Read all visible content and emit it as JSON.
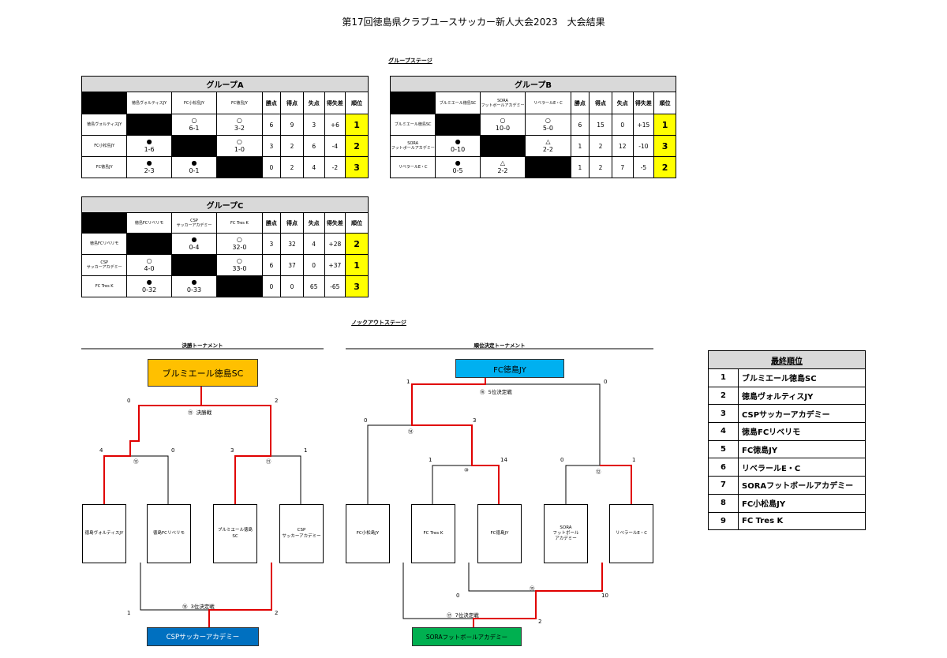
{
  "title": "第17回徳島県クラブユースサッカー新人大会2023　大会結果",
  "group_stage_label": "グループステージ",
  "knockout_label": "ノックアウトステージ",
  "stat_headers": [
    "勝点",
    "得点",
    "失点",
    "得失差",
    "順位"
  ],
  "group_a": {
    "title": "グループA",
    "teams": [
      "徳島ヴォルティスJY",
      "FC小松島JY",
      "FC徳島JY"
    ],
    "rows": [
      {
        "team": "徳島ヴォルティスJY",
        "cells": [
          null,
          {
            "mark": "○",
            "score": "6-1"
          },
          {
            "mark": "○",
            "score": "3-2"
          }
        ],
        "pts": "6",
        "gf": "9",
        "ga": "3",
        "gd": "+6",
        "rank": "1"
      },
      {
        "team": "FC小松島JY",
        "cells": [
          {
            "mark": "●",
            "score": "1-6"
          },
          null,
          {
            "mark": "○",
            "score": "1-0"
          }
        ],
        "pts": "3",
        "gf": "2",
        "ga": "6",
        "gd": "-4",
        "rank": "2"
      },
      {
        "team": "FC徳島JY",
        "cells": [
          {
            "mark": "●",
            "score": "2-3"
          },
          {
            "mark": "●",
            "score": "0-1"
          },
          null
        ],
        "pts": "0",
        "gf": "2",
        "ga": "4",
        "gd": "-2",
        "rank": "3"
      }
    ]
  },
  "group_b": {
    "title": "グループB",
    "teams": [
      "ブルミエール徳島SC",
      "SORA\nフットボールアカデミー",
      "リベラールE・C"
    ],
    "rows": [
      {
        "team": "ブルミエール徳島SC",
        "cells": [
          null,
          {
            "mark": "○",
            "score": "10-0"
          },
          {
            "mark": "○",
            "score": "5-0"
          }
        ],
        "pts": "6",
        "gf": "15",
        "ga": "0",
        "gd": "+15",
        "rank": "1"
      },
      {
        "team": "SORA\nフットボールアカデミー",
        "cells": [
          {
            "mark": "●",
            "score": "0-10"
          },
          null,
          {
            "mark": "△",
            "score": "2-2"
          }
        ],
        "pts": "1",
        "gf": "2",
        "ga": "12",
        "gd": "-10",
        "rank": "3"
      },
      {
        "team": "リベラールE・C",
        "cells": [
          {
            "mark": "●",
            "score": "0-5"
          },
          {
            "mark": "△",
            "score": "2-2"
          },
          null
        ],
        "pts": "1",
        "gf": "2",
        "ga": "7",
        "gd": "-5",
        "rank": "2"
      }
    ]
  },
  "group_c": {
    "title": "グループC",
    "teams": [
      "徳島FCリベリモ",
      "CSP\nサッカーアカデミー",
      "FC Tres K"
    ],
    "rows": [
      {
        "team": "徳島FCリベリモ",
        "cells": [
          null,
          {
            "mark": "●",
            "score": "0-4"
          },
          {
            "mark": "○",
            "score": "32-0"
          }
        ],
        "pts": "3",
        "gf": "32",
        "ga": "4",
        "gd": "+28",
        "rank": "2"
      },
      {
        "team": "CSP\nサッカーアカデミー",
        "cells": [
          {
            "mark": "○",
            "score": "4-0"
          },
          null,
          {
            "mark": "○",
            "score": "33-0"
          }
        ],
        "pts": "6",
        "gf": "37",
        "ga": "0",
        "gd": "+37",
        "rank": "1"
      },
      {
        "team": "FC Tres K",
        "cells": [
          {
            "mark": "●",
            "score": "0-32"
          },
          {
            "mark": "●",
            "score": "0-33"
          },
          null
        ],
        "pts": "0",
        "gf": "0",
        "ga": "65",
        "gd": "-65",
        "rank": "3"
      }
    ]
  },
  "final_bracket": {
    "title": "決勝トーナメント",
    "champion": "ブルミエール徳島SC",
    "third": "CSPサッカーアカデミー",
    "teams": [
      "徳島ヴォルティスJY",
      "徳島FCリベリモ",
      "ブルミエール徳島SC",
      "CSP\nサッカーアカデミー"
    ],
    "final_label": "決勝戦",
    "final_num": "⑮",
    "third_label": "3位決定戦",
    "third_num": "⑱",
    "sf1_num": "⑬",
    "sf2_num": "⑪",
    "scores": {
      "sf1_l": "4",
      "sf1_r": "0",
      "sf2_l": "3",
      "sf2_r": "1",
      "f_l": "0",
      "f_r": "2",
      "t_l": "1",
      "t_r": "2"
    }
  },
  "placement_bracket": {
    "title": "順位決定トーナメント",
    "winner5": "FC徳島JY",
    "winner7": "SORAフットボールアカデミー",
    "teams": [
      "FC小松島JY",
      "FC Tres K",
      "FC徳島JY",
      "SORA\nフットボール\nアカデミー",
      "リベラールE・C"
    ],
    "m5_label": "5位決定戦",
    "m5_num": "⑯",
    "m7_label": "7位決定戦",
    "m7_num": "⑰",
    "n14": "⑭",
    "n10": "⑩",
    "n12": "⑫",
    "n15": "⑮",
    "scores": {
      "m5_l": "1",
      "m5_r": "0",
      "s14_l": "0",
      "s14_r": "3",
      "s10_l": "1",
      "s10_r": "14",
      "s12_l": "0",
      "s12_r": "1",
      "s15_l": "0",
      "s15_r": "10",
      "m7_r": "2"
    }
  },
  "final_standings": {
    "title": "最終順位",
    "rows": [
      {
        "rank": "1",
        "team": "ブルミエール徳島SC"
      },
      {
        "rank": "2",
        "team": "徳島ヴォルティスJY"
      },
      {
        "rank": "3",
        "team": "CSPサッカーアカデミー"
      },
      {
        "rank": "4",
        "team": "徳島FCリベリモ"
      },
      {
        "rank": "5",
        "team": "FC徳島JY"
      },
      {
        "rank": "6",
        "team": "リベラールE・C"
      },
      {
        "rank": "7",
        "team": "SORAフットボールアカデミー"
      },
      {
        "rank": "8",
        "team": "FC小松島JY"
      },
      {
        "rank": "9",
        "team": "FC Tres K"
      }
    ]
  },
  "colors": {
    "red": "#e00000",
    "yellow": "#ffff00",
    "orange": "#ffc000",
    "blue_light": "#00b0f0",
    "blue": "#0070c0",
    "green": "#00b050"
  }
}
